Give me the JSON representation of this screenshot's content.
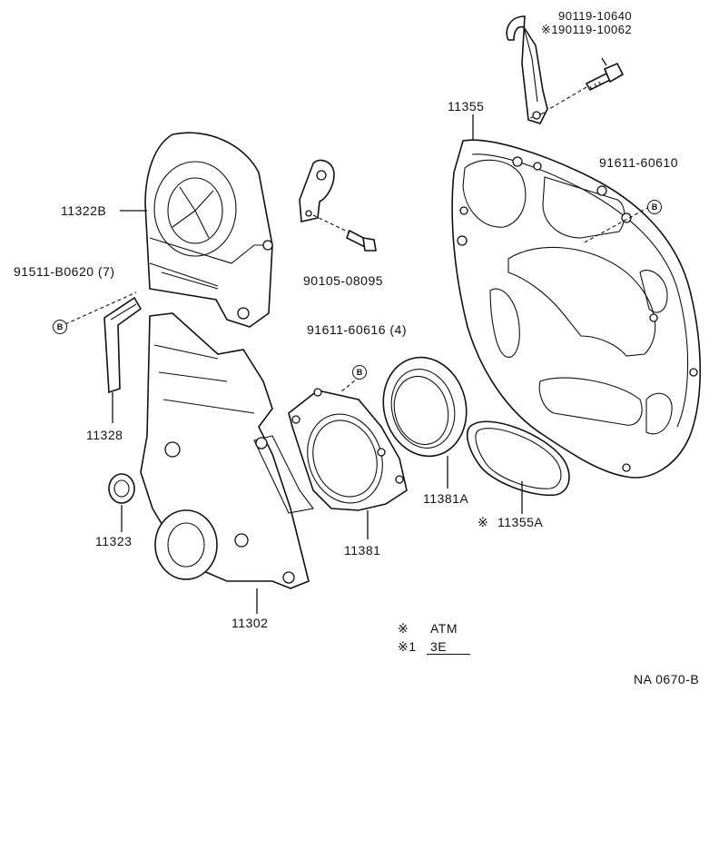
{
  "parts": {
    "bracket_bolt_a": "90119-10640",
    "bracket_bolt_b": "90119-10062",
    "bracket_bolt_b_mark": "※1",
    "gasket_plate": "11355",
    "bolt_91611_60610": "91611-60610",
    "cover_upper": "11322B",
    "bolt_90105": "90105-08095",
    "bolt_91511": "91511-B0620 (7)",
    "bolt_91611_60616": "91611-60616 (4)",
    "gasket_11328": "11328",
    "seal_11381a": "11381A",
    "gasket_11355a": "11355A",
    "gasket_11355a_mark": "※",
    "plug_11323": "11323",
    "retainer_11381": "11381",
    "cover_lower": "11302"
  },
  "mark_letter": "B",
  "legend": [
    {
      "mark": "※",
      "text": "ATM"
    },
    {
      "mark": "※1",
      "text": "3E"
    }
  ],
  "diagram_code": "NA 0670-B"
}
